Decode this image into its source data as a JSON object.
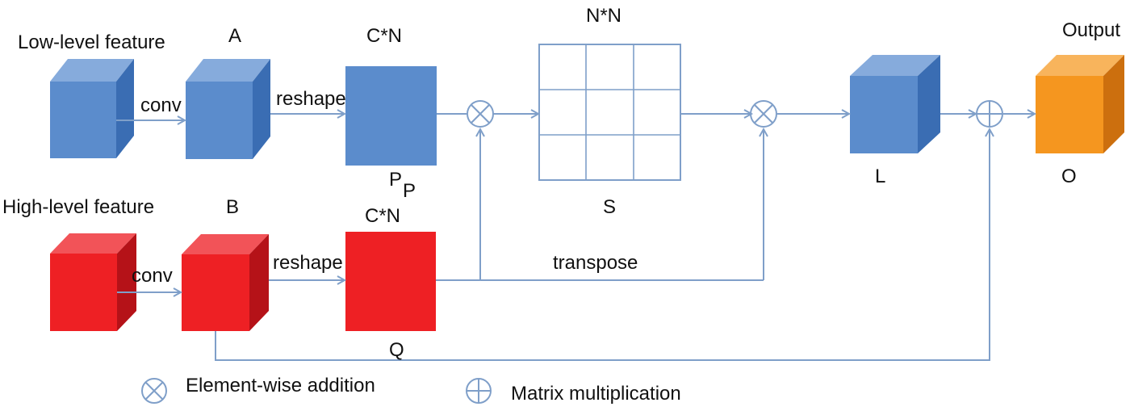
{
  "labels": {
    "low_level": "Low-level feature",
    "high_level": "High-level feature",
    "a": "A",
    "b": "B",
    "cn_top": "C*N",
    "cn_bottom": "C*N",
    "nn": "N*N",
    "output": "Output",
    "conv_top": "conv",
    "conv_bottom": "conv",
    "reshape_top": "reshape",
    "reshape_bottom": "reshape",
    "p1": "P",
    "p2": "P",
    "q": "Q",
    "s": "S",
    "l": "L",
    "o": "O",
    "transpose": "transpose"
  },
  "legend": {
    "otimes_label": "Element-wise addition",
    "oplus_label": "Matrix multiplication"
  },
  "colors": {
    "blue_front": "#5b8ccc",
    "blue_side": "#3a6db3",
    "blue_top": "#86abdc",
    "red_front": "#ee2024",
    "red_side": "#b51218",
    "red_top": "#f25358",
    "orange_front": "#f5961f",
    "orange_side": "#cc6f0e",
    "orange_top": "#f8b45c",
    "line": "#7f9fc9"
  }
}
